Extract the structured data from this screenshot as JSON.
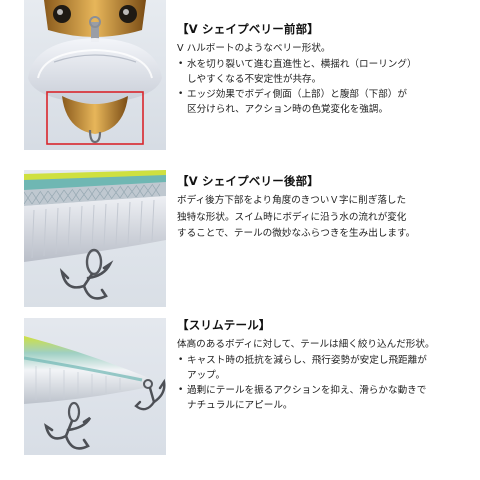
{
  "sections": [
    {
      "heading": "【V シェイプベリー前部】",
      "intro": "V ハルボートのようなベリー形状。",
      "bullets": [
        [
          "水を切り裂いて進む直進性と、横揺れ（ローリング）",
          "しやすくなる不安定性が共存。"
        ],
        [
          "エッジ効果でボディ側面（上部）と腹部（下部）が",
          "区分けられ、アクション時の色覚変化を強調。"
        ]
      ],
      "image_icon": "lure-belly-front-view"
    },
    {
      "heading": "【V シェイプベリー後部】",
      "paragraph": [
        "ボディ後方下部をより角度のきついＶ字に削ぎ落した",
        "独特な形状。スイム時にボディに沿う水の流れが変化",
        "することで、テールの微妙なふらつきを生み出します。"
      ],
      "image_icon": "lure-belly-rear-with-treble-hook"
    },
    {
      "heading": "【スリムテール】",
      "intro": "体高のあるボディに対して、テールは細く絞り込んだ形状。",
      "bullets": [
        [
          "キャスト時の抵抗を減らし、飛行姿勢が安定し飛距離が",
          "アップ。"
        ],
        [
          "過剰にテールを振るアクションを抑え、滑らかな動きで",
          "ナチュラルにアピール。"
        ]
      ],
      "image_icon": "lure-slim-tail-with-treble-hooks"
    }
  ],
  "colors": {
    "highlight_box": "#d9262c",
    "lure_gold": "#c8953a",
    "lure_chartreuse": "#cfe040",
    "lure_teal": "#6fb7b3",
    "photo_bg": "#dfe4ea"
  }
}
